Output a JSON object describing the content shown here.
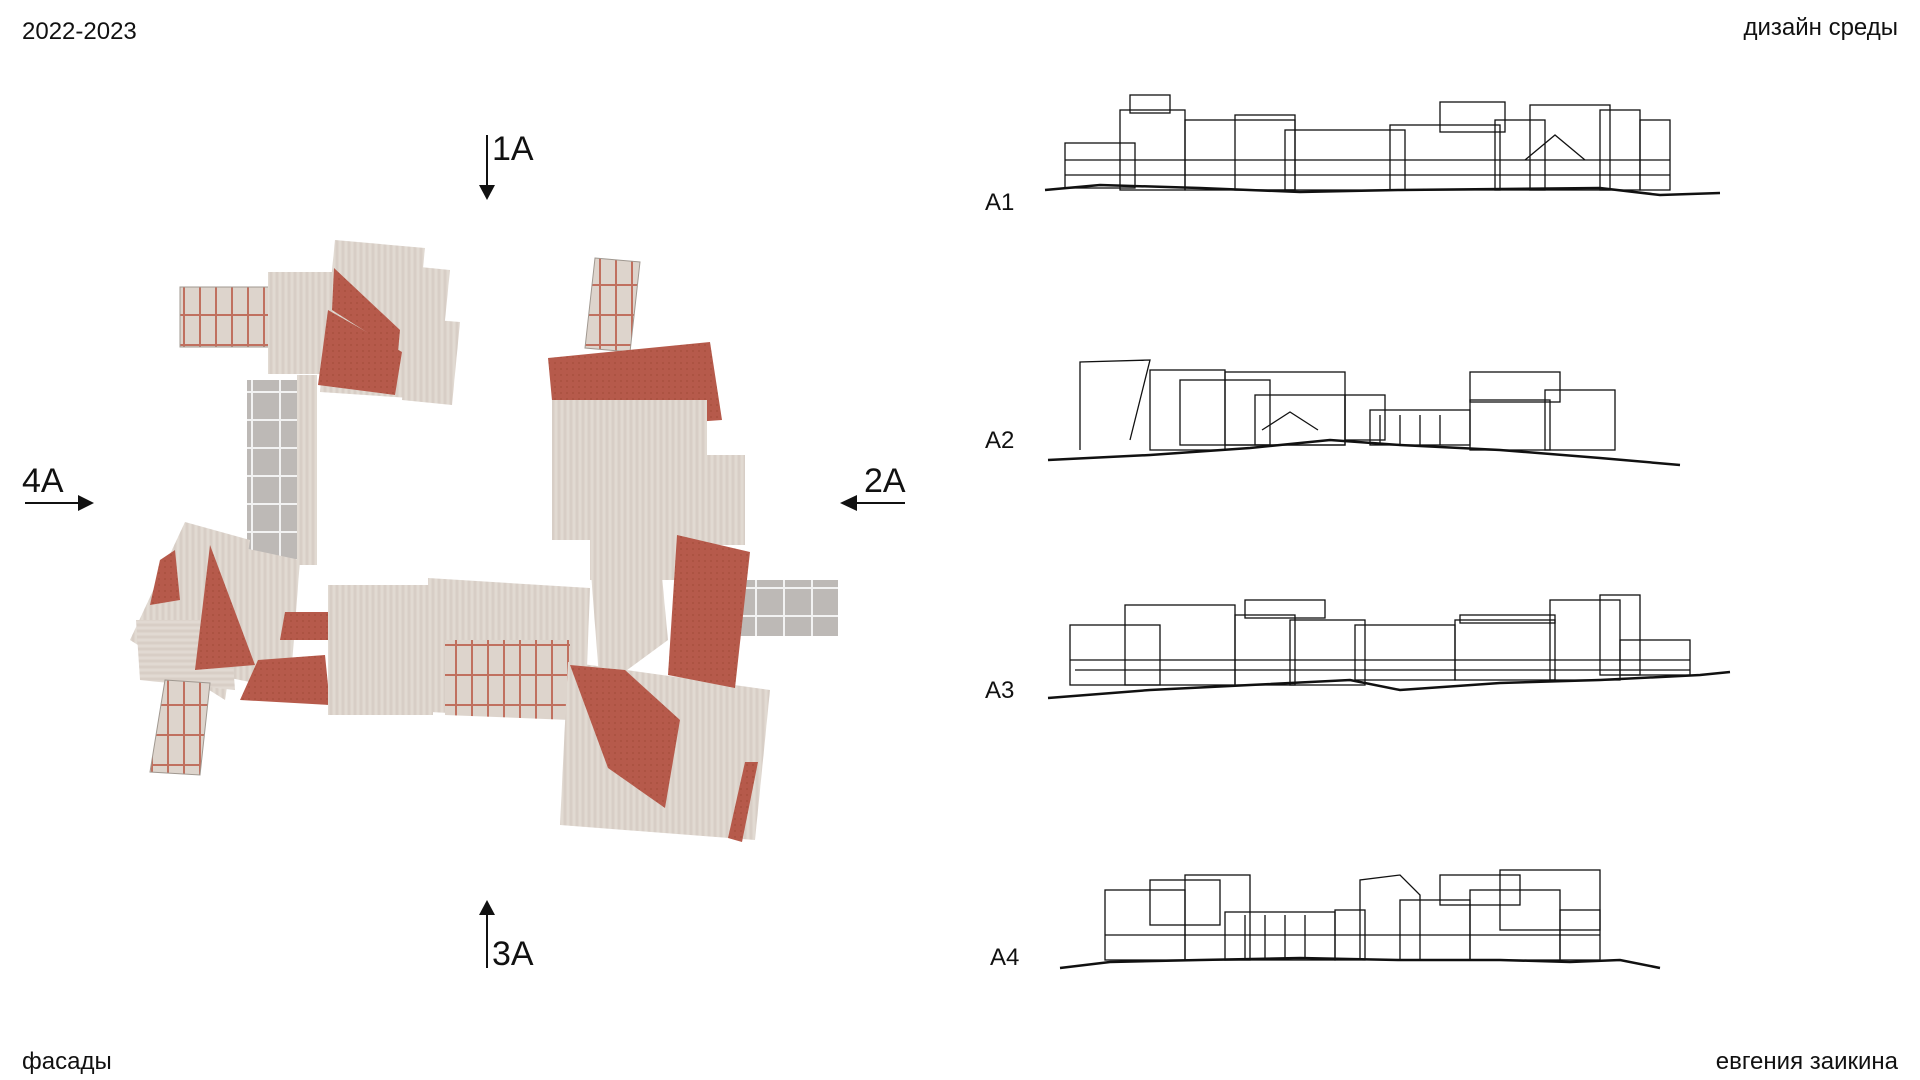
{
  "header": {
    "year": "2022-2023",
    "subject": "дизайн среды"
  },
  "footer": {
    "section": "фасады",
    "author": "евгения заикина"
  },
  "plan": {
    "view_markers": [
      {
        "label": "1A",
        "direction": "down"
      },
      {
        "label": "2A",
        "direction": "left"
      },
      {
        "label": "3A",
        "direction": "up"
      },
      {
        "label": "4A",
        "direction": "right"
      }
    ],
    "colors": {
      "roof_light": "#ded6cf",
      "roof_red": "#b65a4b",
      "glass_grey": "#b9b6b4",
      "line": "#8a8580"
    }
  },
  "elevations": [
    {
      "label": "A1"
    },
    {
      "label": "A2"
    },
    {
      "label": "A3"
    },
    {
      "label": "A4"
    }
  ]
}
